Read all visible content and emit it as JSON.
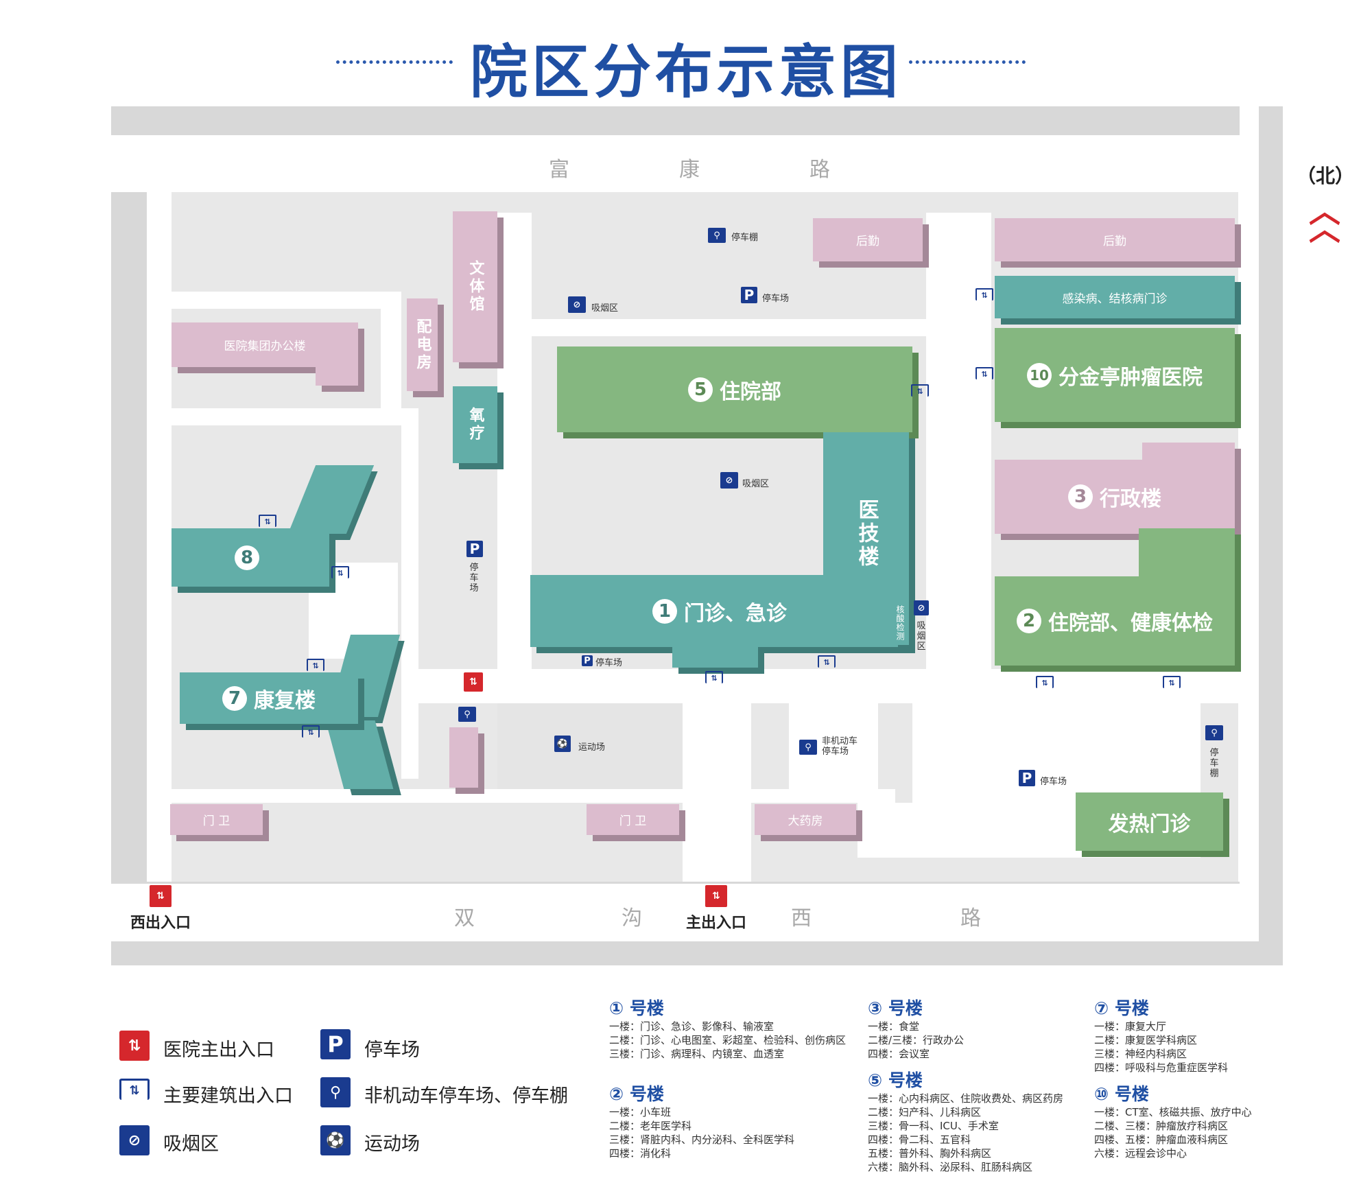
{
  "title": "院区分布示意图",
  "north": "（北）",
  "roads": {
    "north": [
      "富",
      "康",
      "路"
    ],
    "south": [
      "双",
      "沟",
      "西",
      "路"
    ]
  },
  "buildings": {
    "wentiguan": "文体馆",
    "peidianfang": "配电房",
    "yangliao": "氧疗",
    "office": "医院集团办公楼",
    "houqin1": "后勤",
    "houqin2": "后勤",
    "infect": "感染病、结核病门诊",
    "b5": "住院部",
    "b10": "分金亭肿瘤医院",
    "b3": "行政楼",
    "yiji": "医技楼",
    "b1": "门诊、急诊",
    "b2": "住院部、健康体检",
    "b8": "",
    "b7": "康复楼",
    "guard1": "门 卫",
    "guard2": "门 卫",
    "pharmacy": "大药房",
    "fever": "发热门诊",
    "hesuan": "核酸检测"
  },
  "numbers": {
    "n1": "1",
    "n2": "2",
    "n3": "3",
    "n5": "5",
    "n7": "7",
    "n8": "8",
    "n10": "10"
  },
  "labels": {
    "bikeshed": "停车棚",
    "smoke1": "吸烟区",
    "parking1": "停车场",
    "smoke2": "吸烟区",
    "parking2": "停车场",
    "parking3": "停车场",
    "smoke3": "吸烟区",
    "sport": "运动场",
    "nonmotor": "非机动车停车场",
    "parking4": "停车场",
    "bikeshed2": "停车棚",
    "west_exit": "西出入口",
    "main_exit": "主出入口"
  },
  "legend": {
    "main_exit": "医院主出入口",
    "building_exit": "主要建筑出入口",
    "smoking": "吸烟区",
    "parking": "停车场",
    "bike": "非机动车停车场、停车棚",
    "sport": "运动场"
  },
  "directory": {
    "b1": {
      "title": "① 号楼",
      "lines": [
        "一楼：门诊、急诊、影像科、输液室",
        "二楼：门诊、心电图室、彩超室、检验科、创伤病区",
        "三楼：门诊、病理科、内镜室、血透室"
      ]
    },
    "b2": {
      "title": "② 号楼",
      "lines": [
        "一楼：小车班",
        "二楼：老年医学科",
        "三楼：肾脏内科、内分泌科、全科医学科",
        "四楼：消化科"
      ]
    },
    "b3": {
      "title": "③ 号楼",
      "lines": [
        "一楼：食堂",
        "二楼/三楼：行政办公",
        "四楼：会议室"
      ]
    },
    "b5": {
      "title": "⑤ 号楼",
      "lines": [
        "一楼：心内科病区、住院收费处、病区药房",
        "二楼：妇产科、儿科病区",
        "三楼：骨一科、ICU、手术室",
        "四楼：骨二科、五官科",
        "五楼：普外科、胸外科病区",
        "六楼：脑外科、泌尿科、肛肠科病区"
      ]
    },
    "b7": {
      "title": "⑦ 号楼",
      "lines": [
        "一楼：康复大厅",
        "二楼：康复医学科病区",
        "三楼：神经内科病区",
        "四楼：呼吸科与危重症医学科"
      ]
    },
    "b10": {
      "title": "⑩ 号楼",
      "lines": [
        "一楼：CT室、核磁共振、放疗中心",
        "二楼、三楼：肿瘤放疗科病区",
        "四楼、五楼：肿瘤血液科病区",
        "六楼：远程会诊中心"
      ]
    }
  },
  "icons": {
    "parking": "P",
    "bike": "bike-icon",
    "smoke": "smoking-icon",
    "door": "entrance-icon",
    "exit": "exit-icon",
    "sport": "sport-icon"
  },
  "colors": {
    "pink": "#dcbcce",
    "teal": "#62aea8",
    "green": "#85b780",
    "blue": "#1f4fa3",
    "red": "#d5272c"
  }
}
